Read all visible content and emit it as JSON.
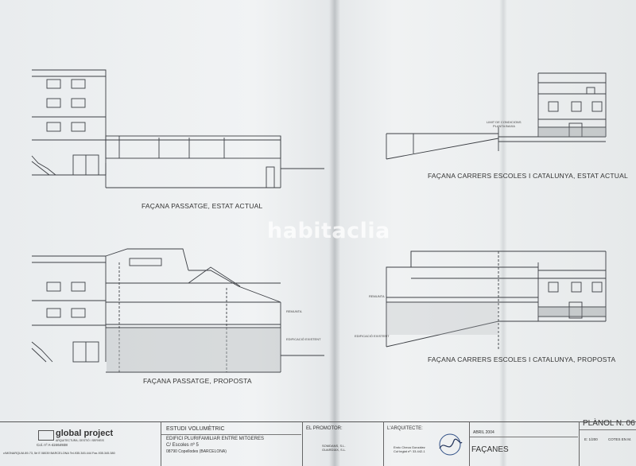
{
  "drawings": {
    "top_left_caption": "FAÇANA PASSATGE, ESTAT ACTUAL",
    "top_right_caption": "FAÇANA CARRERS ESCOLES I CATALUNYA, ESTAT ACTUAL",
    "bottom_left_caption": "FAÇANA PASSATGE, PROPOSTA",
    "bottom_right_caption": "FAÇANA CARRERS ESCOLES I CATALUNYA, PROPOSTA",
    "annotations": {
      "remunta_left": "REMUNTA",
      "edificacio_left": "EDIFICACIÓ EXISTENT",
      "remunta_right": "REMUNTA",
      "edificacio_right": "EDIFICACIÓ EXISTENT",
      "limit_line1": "LIMIT DE CONDICIONS",
      "limit_line2": "PLANTA BAIXA"
    }
  },
  "watermark": "habitaclia",
  "title_block": {
    "company": "global project",
    "company_sub": "ARQUITECTURA, GESTIÓ I SERVEIS",
    "company_reg": "Col. nº A-42464938",
    "company_address": "c/MONARQUIA 89-73, 5è E   08039 BARCELONA   Tel-935.345.444   Fax-935.345.380",
    "study": "ESTUDI VOLUMÈTRIC",
    "project_line1": "EDIFICI PLURIFAMILIAR ENTRE MITGERES",
    "project_line2": "C/ Escoles nº 5",
    "project_line3": "08790 Copellodes (BARCELONA)",
    "promoter_label": "EL PROMOTOR:",
    "promoter_line1": "SOMDANS, S.L.",
    "promoter_line2": "GUARDIAX, S.L.",
    "architect_label": "L'ARQUITECTE:",
    "architect_name": "Enric Checa González",
    "architect_reg": "Col·legiat nº: 33.442-1",
    "date": "ABRIL 2004",
    "sheet_title": "FAÇANES",
    "plan_label": "PLÀNOL N. 06",
    "scale": "E: 1/200",
    "units": "COTES EN M."
  }
}
